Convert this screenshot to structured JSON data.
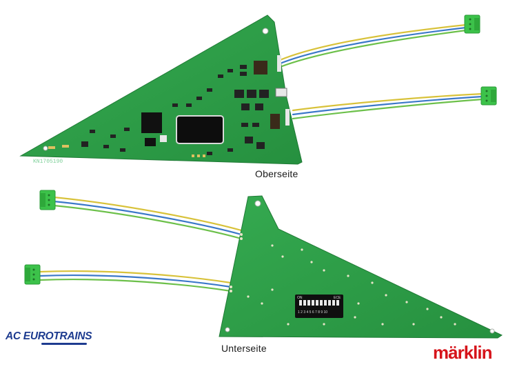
{
  "captions": {
    "top": "Oberseite",
    "bottom": "Unterseite"
  },
  "pcb_text": {
    "board_id": "KN1705190",
    "dip_on": "ON",
    "dip_ece": "ECE",
    "dip_numbers": "1 2 3 4 5 6 7 8 9 10"
  },
  "logos": {
    "left": "AC EUROTRAINS",
    "right": "märklin"
  },
  "colors": {
    "pcb": "#2fa24a",
    "pcb_dark": "#27893d",
    "connector": "#3cc24a",
    "wire_yellow": "#d8c23a",
    "wire_blue": "#3b78c8",
    "wire_green": "#6cc04a",
    "brand_blue": "#1d3b8f",
    "brand_red": "#d6141b"
  }
}
